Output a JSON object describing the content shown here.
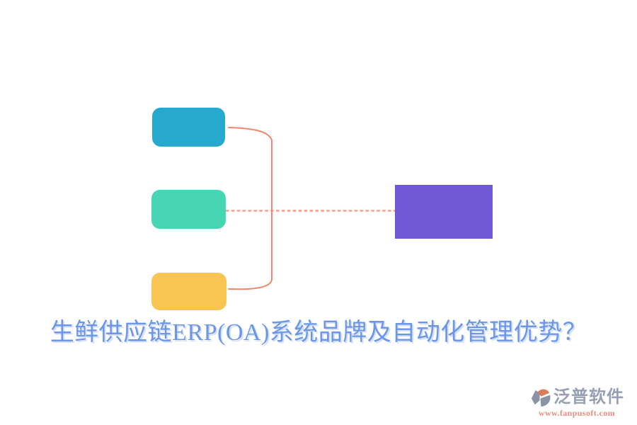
{
  "title": {
    "text": "生鲜供应链ERP(OA)系统品牌及自动化管理优势？",
    "color": "#6C96E8"
  },
  "diagram": {
    "type": "mindmap",
    "nodes": [
      {
        "id": "branch-top",
        "shape": "rounded-rect",
        "color": "#27A9CE"
      },
      {
        "id": "branch-middle",
        "shape": "rounded-rect",
        "color": "#46D6B3"
      },
      {
        "id": "branch-bottom",
        "shape": "rounded-rect",
        "color": "#F9C552"
      },
      {
        "id": "root",
        "shape": "rect",
        "color": "#7059D5"
      }
    ],
    "connectors": {
      "bracket": {
        "style": "solid",
        "color": "#F0876F"
      },
      "dotted": {
        "style": "dashed",
        "color": "#F0876F"
      }
    }
  },
  "watermark": {
    "brand": "泛普软件",
    "brand_color": "#96A0B2",
    "url": "www.fanpusoft.com",
    "url_color": "#E78F7D",
    "icon": "fanpu-logo-icon",
    "icon_colors": {
      "gray": "#8A94A6",
      "orange": "#DB7C5C"
    }
  }
}
